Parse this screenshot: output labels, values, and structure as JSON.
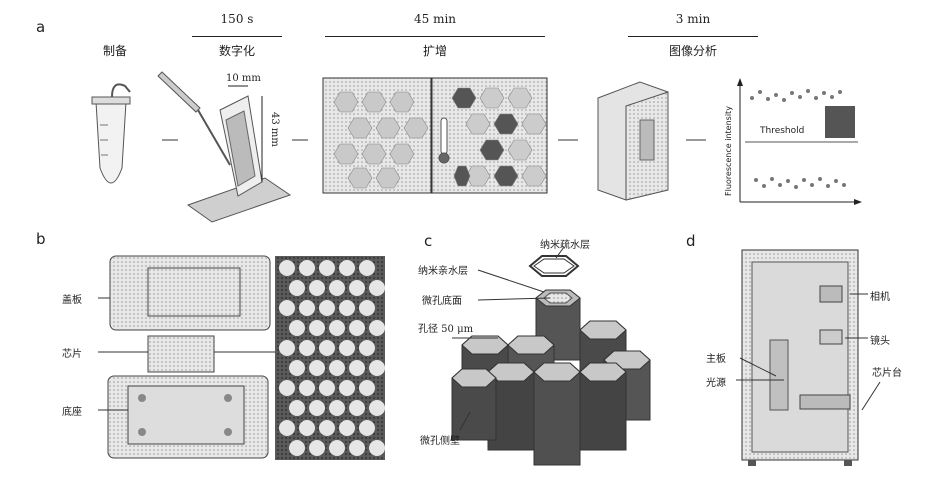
{
  "panel_a": {
    "letter": "a",
    "durations": [
      "150 s",
      "45 min",
      "3 min"
    ],
    "steps": [
      "制备",
      "数字化",
      "扩增",
      "图像分析"
    ],
    "dim_width": "10 mm",
    "dim_height": "43 mm",
    "plot_ylabel": "Fluorescence intensity",
    "threshold_label": "Threshold"
  },
  "panel_b": {
    "letter": "b",
    "labels": [
      "盖板",
      "芯片",
      "底座"
    ]
  },
  "panel_c": {
    "letter": "c",
    "labels": [
      "纳米亲水层",
      "纳米疏水层",
      "微孔底面",
      "孔径 50 μm",
      "微孔侧壁"
    ]
  },
  "panel_d": {
    "letter": "d",
    "labels": [
      "相机",
      "镜头",
      "主板",
      "光源",
      "芯片台"
    ]
  }
}
